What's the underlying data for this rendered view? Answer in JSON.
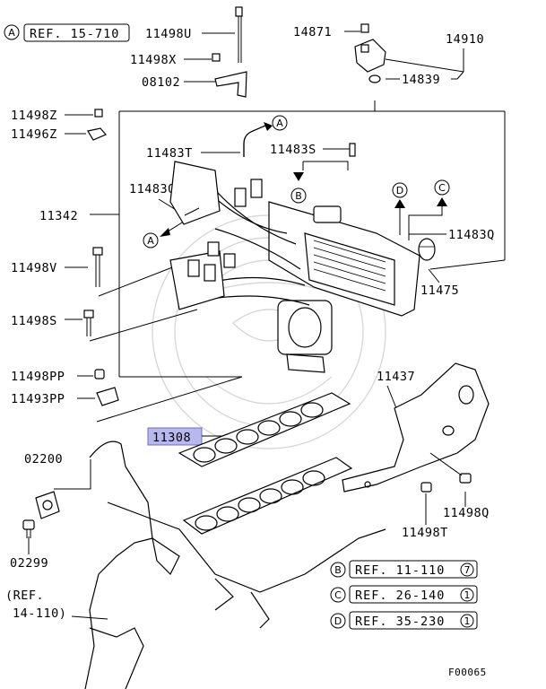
{
  "diagram": {
    "ref_top": {
      "circle": "A",
      "text": "REF. 15-710"
    },
    "ref_bottom": [
      {
        "circle": "B",
        "text": "REF. 11-110",
        "num": "7"
      },
      {
        "circle": "C",
        "text": "REF. 26-140",
        "num": "1"
      },
      {
        "circle": "D",
        "text": "REF. 35-230",
        "num": "1"
      }
    ],
    "ref_left": {
      "line1": "(REF.",
      "line2": "14-110)"
    },
    "arrow_letters": {
      "a1": "A",
      "a2": "A",
      "b": "B",
      "c": "C",
      "d": "D"
    },
    "labels": {
      "p11498U": "11498U",
      "p11498X": "11498X",
      "p08102": "08102",
      "p14871": "14871",
      "p14910": "14910",
      "p14839": "14839",
      "p11498Z": "11498Z",
      "p11496Z": "11496Z",
      "p11483T": "11483T",
      "p11483S": "11483S",
      "p11483Q_left": "11483Q",
      "p11342": "11342",
      "p11483Q_right": "11483Q",
      "p11498V": "11498V",
      "p11475": "11475",
      "p11498S": "11498S",
      "p11498PP": "11498PP",
      "p11493PP": "11493PP",
      "p11437": "11437",
      "p11308": "11308",
      "p02200": "02200",
      "p11498Q": "11498Q",
      "p11498T": "11498T",
      "p02299": "02299"
    },
    "figure_code": "F00065",
    "highlight_color": "#b8b8ee"
  }
}
